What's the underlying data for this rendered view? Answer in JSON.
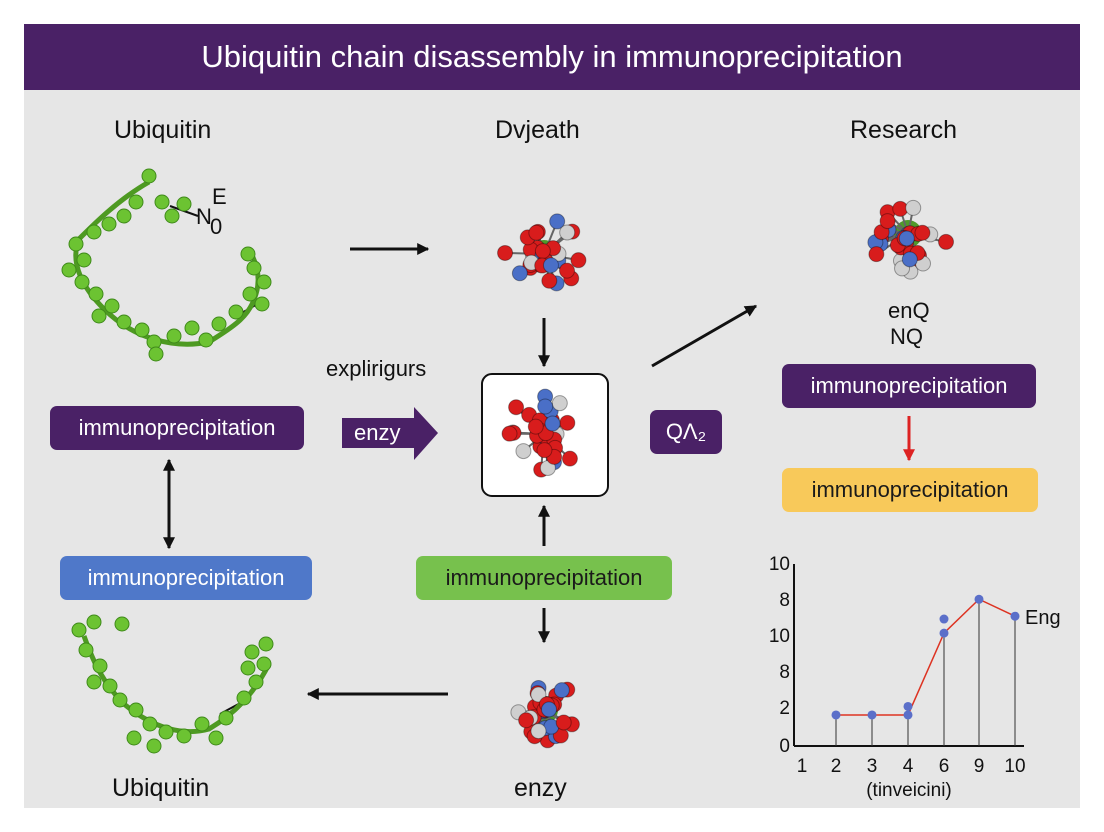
{
  "title": "Ubiquitin chain disassembly in immunoprecipitation",
  "columns": {
    "left": "Ubiquitin",
    "middle": "Dvjeath",
    "right": "Research"
  },
  "labels": {
    "ne_top": "E",
    "ne_bottom": "N",
    "ne_zero": "0",
    "explirigurs": "explirigurs",
    "enq": "enQ",
    "nq": "NQ",
    "bottom_left": "Ubiquitin",
    "bottom_middle": "enzy"
  },
  "pills": {
    "left_purple": "immunoprecipitation",
    "enzy_arrow": "enzy",
    "q2": "QΛ₂",
    "right_purple": "immunoprecipitation",
    "right_yellow": "immunoprecipitation",
    "left_blue": "immunoprecipitation",
    "middle_green": "immunoprecipitation"
  },
  "colors": {
    "purple": "#4a2166",
    "blue": "#4f78c9",
    "green": "#77c14d",
    "yellow": "#f8c95a",
    "atom_red": "#d81c1c",
    "atom_blue": "#4a6fc7",
    "atom_white": "#cfcfcf",
    "chain_green": "#6cc332"
  },
  "chart_data": {
    "type": "line",
    "x_ticks": [
      "1",
      "2",
      "3",
      "4",
      "6",
      "9",
      "10"
    ],
    "y_ticks": [
      "10",
      "8",
      "10",
      "8",
      "2",
      "0"
    ],
    "xlabel": "(tinveicini)",
    "legend_label": "Eng",
    "series": [
      {
        "x": [
          "2",
          "3",
          "4",
          "6",
          "9",
          "10"
        ],
        "y": [
          2.2,
          2.2,
          2.2,
          8,
          10.4,
          9.2
        ]
      }
    ],
    "extra_points": [
      {
        "x": "4",
        "y": 2.8
      },
      {
        "x": "6",
        "y": 9
      }
    ]
  }
}
